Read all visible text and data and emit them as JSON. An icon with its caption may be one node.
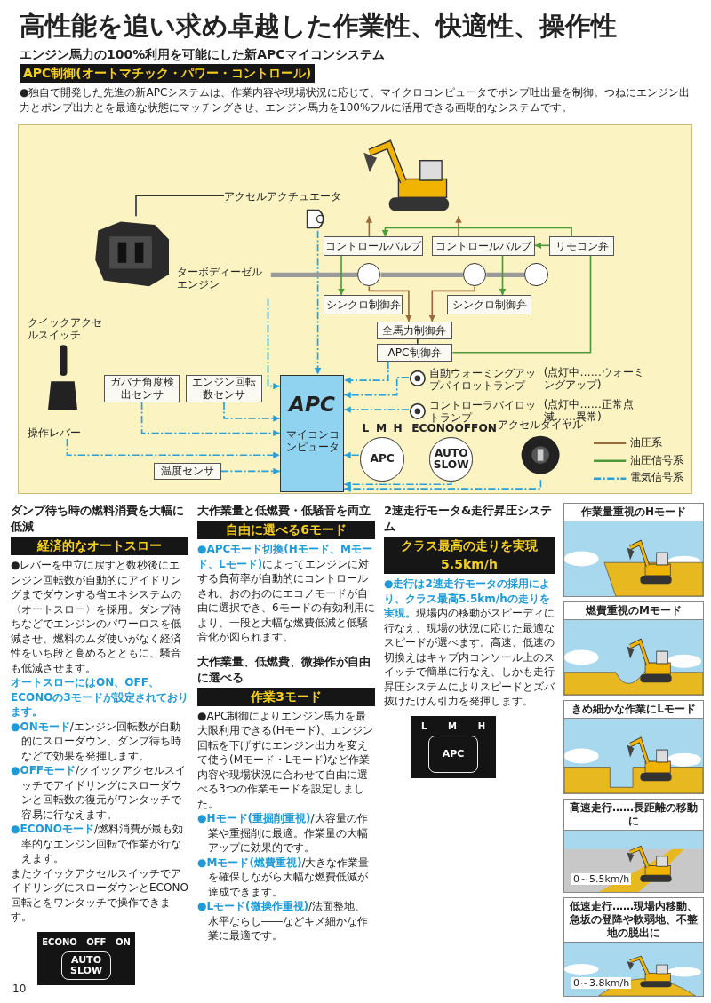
{
  "diagram": {
    "title": "高性能を追い求め卓越した作業性、快適性、操作性",
    "nodes": [
      {
        "text": [],
        "shape": "box"
      },
      {
        "text": [],
        "shape": "picture",
        "in": 0
      },
      {
        "text": [
          "ターボディーゼルエンジン"
        ],
        "in": 0
      },
      {
        "text": [
          "アクセルアクチュエータ"
        ],
        "in": 0
      },
      {
        "text": [
          "コントロールバルブ"
        ],
        "in": 0
      },
      {
        "text": [
          "コントロールバルブ"
        ],
        "in": 0
      },
      {
        "text": [
          "リモコン弁"
        ],
        "in": 0
      },
      {
        "text": [],
        "shape": "circle",
        "in": 0
      },
      {
        "text": [],
        "shape": "circle",
        "in": 0
      },
      {
        "text": [],
        "shape": "circle",
        "in": 0
      },
      {
        "text": [
          "シンクロ制御弁"
        ],
        "in": 0
      },
      {
        "text": [
          "シンクロ制御弁"
        ],
        "in": 0
      },
      {
        "text": [
          "全馬力制御弁"
        ],
        "in": 0
      },
      {
        "text": [
          "APC制御弁"
        ],
        "in": 0
      },
      {
        "text": [
          "自動ウォーミングアップパイロットランプ"
        ],
        "in": 0
      },
      {
        "text": [
          "コントローラパイロットランプ"
        ],
        "in": 0
      },
      {
        "text": [
          "クイックアクセルスイッチ",
          "操作レバー"
        ],
        "in": 0
      },
      {
        "text": [
          "ガバナ角度検出センサ"
        ],
        "in": 0
      },
      {
        "text": [
          "エンジン回転数センサ"
        ],
        "in": 0
      },
      {
        "text": [
          "APC",
          "マイコンコンピュータ"
        ],
        "in": 0
      },
      {
        "text": [
          "温度センサ"
        ],
        "in": 0
      },
      {
        "text": [
          "L",
          "M",
          "H",
          "APC"
        ],
        "in": 0
      },
      {
        "text": [
          "ECONO",
          "OFF",
          "ON",
          "AUTO SLOW"
        ],
        "in": 0
      },
      {
        "text": [
          "アクセルダイヤル"
        ],
        "in": 0
      },
      {
        "text": [
          "L",
          "M",
          "H",
          "APC"
        ]
      },
      {
        "text": [
          "ECONO",
          "OFF",
          "ON",
          "AUTO SLOW"
        ]
      },
      {
        "text": [
          "作業量重視のHモード"
        ]
      },
      {
        "text": [
          "燃費重視のMモード"
        ]
      },
      {
        "text": [
          "きめ細かな作業にLモード"
        ]
      },
      {
        "text": [
          "高速走行……長距離の移動に",
          "0～5.5km/h"
        ]
      },
      {
        "text": [
          "低速走行……現場内移動、急坂の登降や軟弱地、不整地の脱出に",
          "0～3.8km/h"
        ]
      }
    ],
    "edges": [
      {
        "from": 3,
        "to": 19,
        "arrow": "to",
        "style": "dashed"
      },
      {
        "from": 2,
        "to": 3,
        "arrow": "none",
        "color": "#333333"
      },
      {
        "from": 2,
        "to": 19,
        "arrow": "to",
        "style": "dashed"
      },
      {
        "from": 18,
        "to": 19,
        "arrow": "to",
        "style": "dashed"
      },
      {
        "from": 17,
        "to": 19,
        "arrow": "to",
        "style": "dashed"
      },
      {
        "from": 16,
        "to": 19,
        "arrow": "to",
        "style": "dashed"
      },
      {
        "from": 20,
        "to": 19,
        "arrow": "to",
        "style": "dashed"
      },
      {
        "from": 13,
        "to": 19,
        "arrow": "to",
        "style": "dashed"
      },
      {
        "from": 14,
        "to": 19,
        "arrow": "to",
        "style": "dashed"
      },
      {
        "from": 15,
        "to": 19,
        "arrow": "to",
        "style": "dashed"
      },
      {
        "from": 21,
        "to": 19,
        "arrow": "to",
        "style": "dashed"
      },
      {
        "from": 22,
        "to": 19,
        "arrow": "to",
        "style": "dashed"
      },
      {
        "from": 23,
        "to": 19,
        "arrow": "to",
        "style": "dashed"
      },
      {
        "from": 2,
        "to": 7,
        "arrow": "none",
        "color": "#9a9a9a",
        "style": "thick"
      },
      {
        "from": 7,
        "to": 8,
        "arrow": "none",
        "color": "#9a9a9a",
        "style": "thick"
      },
      {
        "from": 8,
        "to": 9,
        "arrow": "none",
        "color": "#9a9a9a",
        "style": "thick"
      },
      {
        "from": 4,
        "to": 1,
        "arrow": "to",
        "color": "#9b6b3c"
      },
      {
        "from": 5,
        "to": 1,
        "arrow": "to",
        "color": "#9b6b3c"
      },
      {
        "from": 7,
        "to": 12,
        "arrow": "to",
        "color": "#9b6b3c"
      },
      {
        "from": 8,
        "to": 12,
        "arrow": "to",
        "color": "#9b6b3c"
      },
      {
        "from": 6,
        "to": 4,
        "arrow": "to",
        "color": "#4e9a3a"
      },
      {
        "from": 6,
        "to": 5,
        "arrow": "to",
        "color": "#4e9a3a"
      },
      {
        "from": 4,
        "to": 10,
        "arrow": "to",
        "color": "#4e9a3a"
      },
      {
        "from": 5,
        "to": 11,
        "arrow": "to",
        "color": "#4e9a3a"
      },
      {
        "from": 6,
        "to": 13,
        "arrow": "none",
        "color": "#4e9a3a"
      },
      {
        "from": 12,
        "to": 13,
        "arrow": "none",
        "color": "#333333"
      }
    ],
    "labels": [
      "エンジン馬力の100%利用を可能にした新APCマイコンシステム",
      "APC制御(オートマチック・パワー・コントロール)",
      "●独自で開発した先進の新APCシステムは、作業内容や現場状況に応じて、マイクロコンピュータでポンプ吐出量を制御。つねにエンジン出力とポンプ出力とを最適な状態にマッチングさせ、エンジン馬力を100%フルに活用できる画期的なシステムです。",
      "ダンプ待ち時の燃料消費を大幅に低減",
      "経済的なオートスロー",
      "●レバーを中立に戻すと数秒後にエンジン回転数が自動的にアイドリングまでダウンする省エネシステムの〈オートスロー〉を採用。ダンプ待ちなどでエンジンのパワーロスを低減させ、燃料のムダ使いがなく経済性をいち段と高めるとともに、騒音も低減させます。",
      "オートスローにはON、OFF、ECONOの3モードが設定されております。",
      "**●ONモード**/エンジン回転数が自動的にスローダウン、ダンプ待ち時などで効果を発揮します。",
      "**●OFFモード**/クイックアクセルスイッチでアイドリングにスローダウンと回転数の復元がワンタッチで容易に行なえます。",
      "**●ECONOモード**/燃料消費が最も効率的なエンジン回転で作業が行なえます。",
      "またクイックアクセルスイッチでアイドリングにスローダウンとECONO回転とをワンタッチで操作できます。",
      "大作業量と低燃費・低騒音を両立",
      "自由に選べる6モード",
      "**●APCモード切換(Hモード、Mモード、Lモード)**によってエンジンに対する負荷率が自動的にコントロールされ、おのおのにエコノモードが自由に選択でき、6モードの有効利用により、一段と大幅な燃費低減と低騒音化が図られます。",
      "大作業量、低燃費、微操作が自由に選べる",
      "作業3モード",
      "●APC制御によりエンジン馬力を最大限利用できる(Hモード)、エンジン回転を下げずにエンジン出力を変えて使う(Mモード・Lモード)など作業内容や現場状況に合わせて自由に選べる3つの作業モードを設定しました。",
      "**●Hモード(重掘削重視)**/大容量の作業や重掘削に最適。作業量の大幅アップに効果的です。",
      "**●Mモード(燃費重視)**/大きな作業量を確保しながら大幅な燃費低減が達成できます。",
      "**●Lモード(微操作重視)**/法面整地、水平ならし――などキメ細かな作業に最適です。",
      "2速走行モータ&走行昇圧システム",
      "クラス最高の走りを実現5.5km/h",
      "**●走行は2速走行モータの採用により、クラス最高5.5km/hの走りを実現。**現場内の移動がスピーディに行なえ、現場の状況に応じた最適なスピードが選べます。高速、低速の切換えはキャブ内コンソール上のスイッチで簡単に行なえ、しかも走行昇圧システムによりスピードとズバ抜けたけん引力を発揮します。",
      "10",
      "(点灯中……ウォーミングアップ)",
      "(点灯中……正常点滅……異常)"
    ],
    "legend": [
      {
        "text": "油圧系"
      },
      {
        "text": "油圧信号系"
      },
      {
        "text": "電気信号系"
      }
    ]
  }
}
